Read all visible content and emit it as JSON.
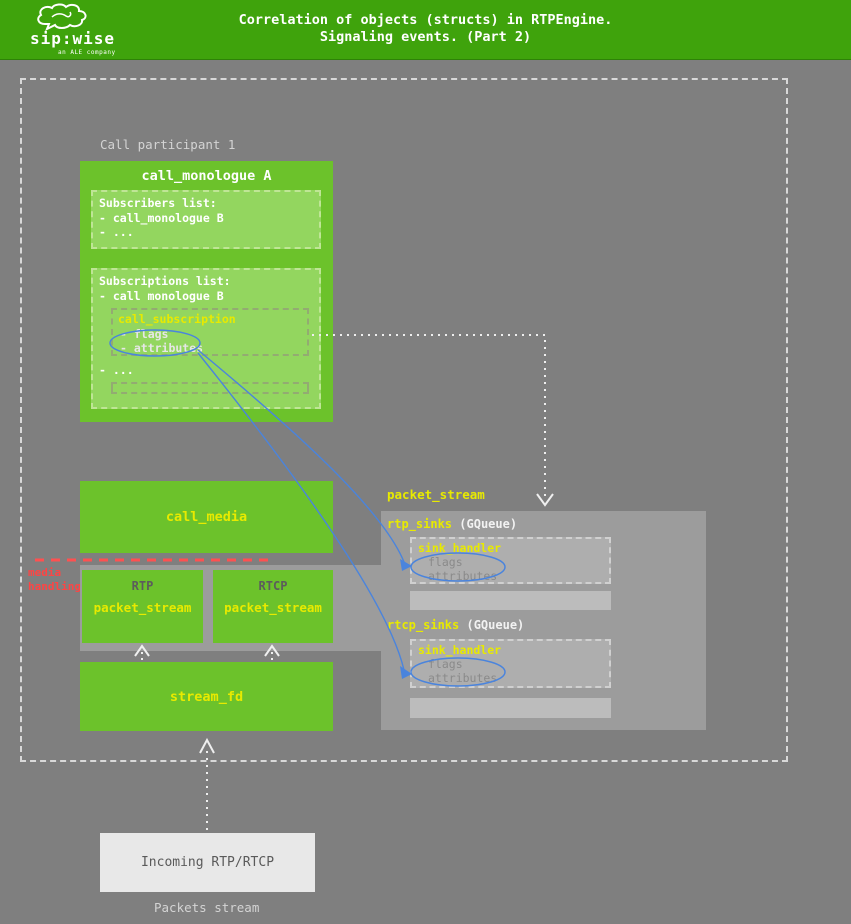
{
  "colors": {
    "header_green": "#3fa30c",
    "box_green": "#6cc22b",
    "box_green_light": "#93d65f",
    "accent_yellow": "#e8ea00",
    "panel_gray": "#9c9c9c",
    "highlight_blue": "#4a84dd",
    "media_red": "#ff4444"
  },
  "header": {
    "title_line1": "Correlation of objects (structs) in RTPEngine.",
    "title_line2": "Signaling events. (Part 2)",
    "logo_brand": "sip:wise",
    "logo_tagline": "an ALE company"
  },
  "diagram": {
    "participant_label": "Call participant 1",
    "call_monologue": {
      "title": "call_monologue A",
      "subscribers_title": "Subscribers list:",
      "subscribers_items": [
        "- call_monologue B",
        "- ..."
      ],
      "subscriptions_title": "Subscriptions list:",
      "subscriptions_item": "- call monologue B",
      "call_subscription_title": "call_subscription",
      "call_subscription_fields": [
        "- flags",
        "- attributes"
      ],
      "subscriptions_more": "- ..."
    },
    "call_media_title": "call_media",
    "media_handling_line1": "media",
    "media_handling_line2": "handling",
    "rtp_packet_stream": {
      "tag": "RTP",
      "title": "packet_stream"
    },
    "rtcp_packet_stream": {
      "tag": "RTCP",
      "title": "packet_stream"
    },
    "stream_fd_title": "stream_fd",
    "panel": {
      "label": "packet_stream",
      "rtp_sinks_name": "rtp_sinks",
      "rtp_sinks_type": "(GQueue)",
      "sink1_title": "sink_handler",
      "sink1_fields": [
        "flags",
        "attributes"
      ],
      "rtcp_sinks_name": "rtcp_sinks",
      "rtcp_sinks_type": "(GQueue)",
      "sink2_title": "sink_handler",
      "sink2_fields": [
        "flags",
        "attributes"
      ]
    },
    "incoming_title": "Incoming RTP/RTCP",
    "packets_caption": "Packets stream"
  }
}
